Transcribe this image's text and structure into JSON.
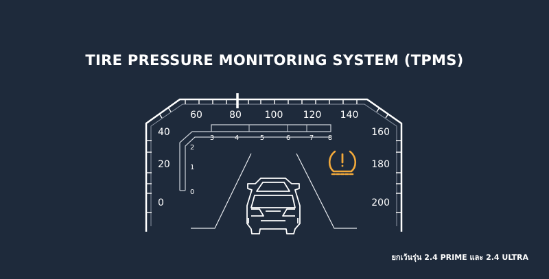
{
  "title": "TIRE PRESSURE MONITORING SYSTEM (TPMS)",
  "footnote": "ยกเว้นรุ่น 2.4 PRIME และ 2.4 ULTRA",
  "speed_scale": {
    "top": [
      "60",
      "80",
      "100",
      "120",
      "140"
    ],
    "left": [
      "40",
      "20",
      "0"
    ],
    "right": [
      "160",
      "180",
      "200"
    ]
  },
  "rpm_scale": [
    "3",
    "4",
    "5",
    "6",
    "7",
    "8"
  ],
  "rpm_vertical": [
    "2",
    "1",
    "0"
  ],
  "warning_icon": "tpms-warning-icon",
  "colors": {
    "background": "#1e2a3b",
    "line": "#ffffff",
    "warning": "#f2a93b"
  }
}
